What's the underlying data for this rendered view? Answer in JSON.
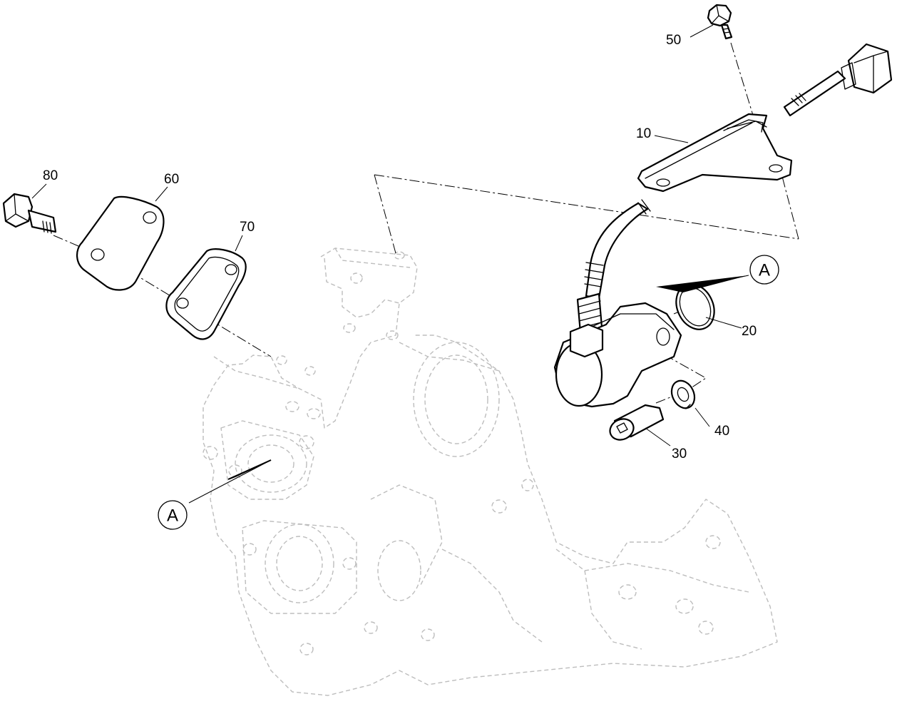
{
  "diagram": {
    "part_labels": {
      "p10": "10",
      "p20": "20",
      "p30": "30",
      "p40": "40",
      "p50": "50",
      "p60": "60",
      "p70": "70",
      "p80": "80"
    },
    "callouts": {
      "a_top": "A",
      "a_bottom": "A"
    }
  }
}
